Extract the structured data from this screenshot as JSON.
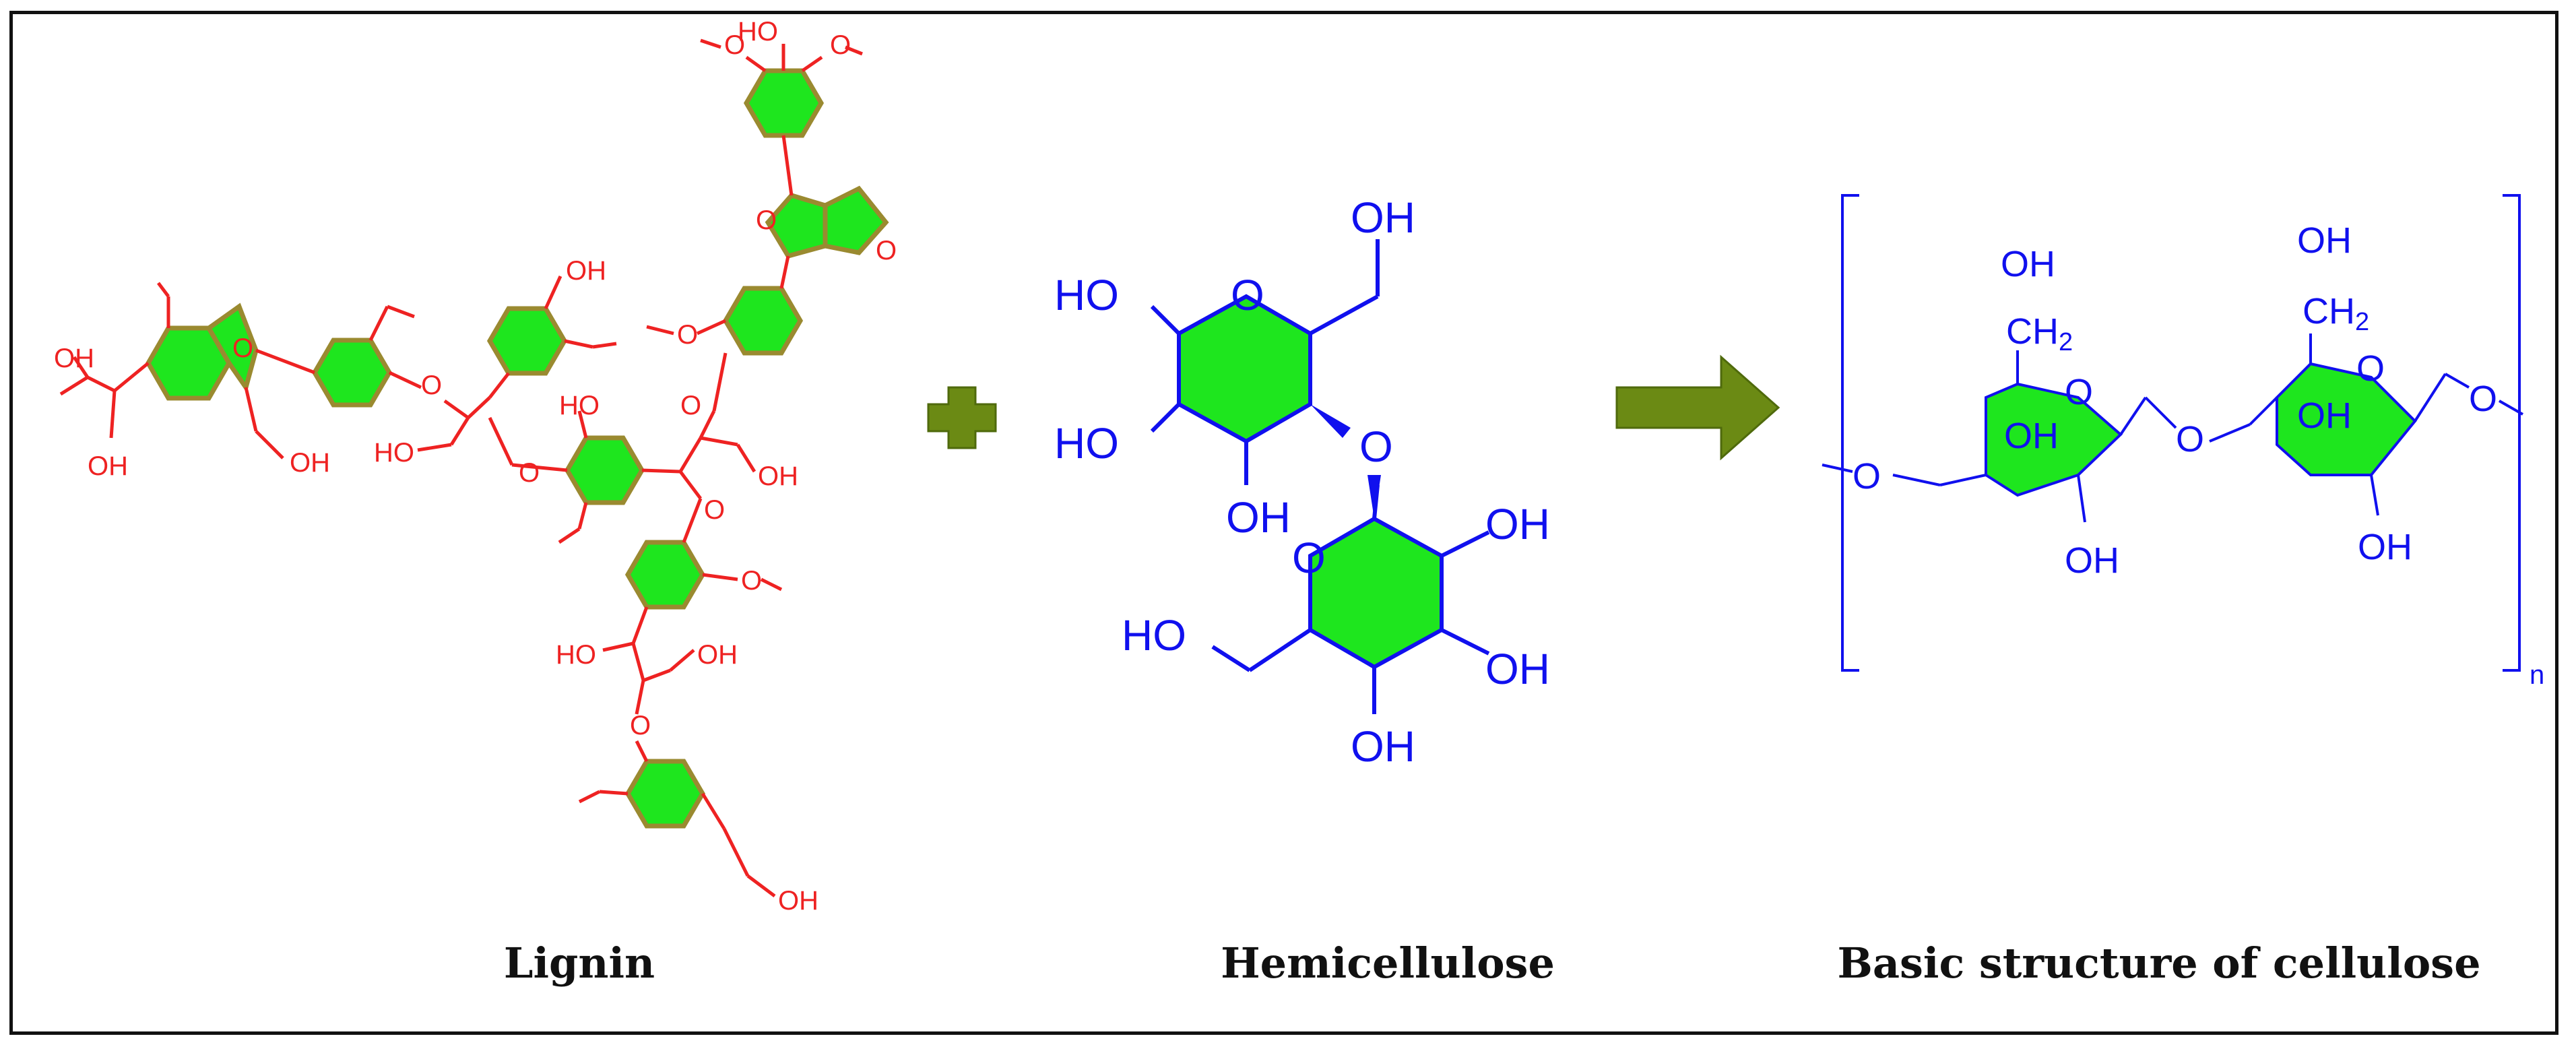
{
  "captions": {
    "lignin": "Lignin",
    "hemicellulose": "Hemicellulose",
    "cellulose": "Basic structure of cellulose"
  },
  "atom_labels": {
    "oh": "OH",
    "ho": "HO",
    "o": "O",
    "ch2": "CH",
    "ch2_sub": "2",
    "n": "n"
  },
  "icons": {
    "plus": "plus-icon",
    "arrow": "right-arrow-icon"
  },
  "colors": {
    "lignin": "#ee2222",
    "hemicellulose": "#1010ee",
    "cellulose": "#1010ee",
    "ring_fill": "#1ee61e",
    "symbol": "#6b8a14",
    "border": "#111111"
  }
}
